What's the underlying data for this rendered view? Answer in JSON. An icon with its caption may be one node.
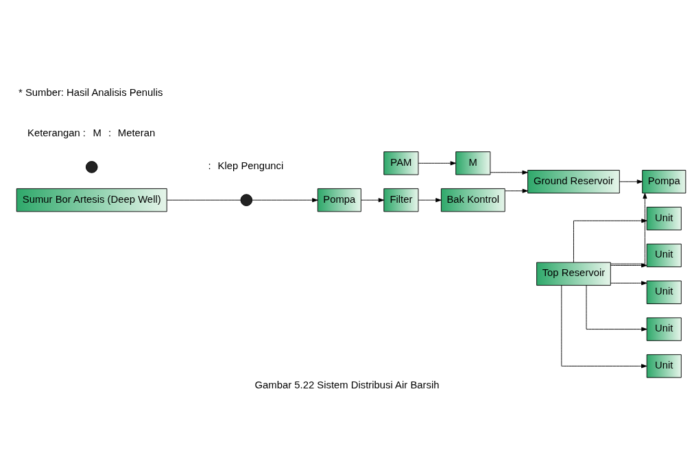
{
  "diagram": {
    "caption": "Gambar 5.22 Sistem Distribusi Air Barsih",
    "nodes": [
      {
        "text": [
          "PAM"
        ]
      },
      {
        "text": [
          "M"
        ]
      },
      {
        "text": [
          "Ground Reservoir"
        ]
      },
      {
        "text": [
          "Top Reservoir"
        ]
      },
      {
        "text": [
          "Unit"
        ]
      },
      {
        "text": [
          "Unit"
        ]
      },
      {
        "text": [
          "Unit"
        ]
      },
      {
        "text": [
          "Unit"
        ]
      },
      {
        "text": [
          "Unit"
        ]
      },
      {
        "text": [
          "Bak Kontrol"
        ]
      },
      {
        "text": [
          "Pompa"
        ]
      },
      {
        "text": [
          "Filter"
        ]
      },
      {
        "text": [
          "Pompa"
        ]
      },
      {
        "text": [],
        "shape": "circle"
      },
      {
        "text": [
          "Sumur Bor Artesis (Deep Well)"
        ]
      },
      {
        "text": [],
        "shape": "circle"
      }
    ],
    "edges": [
      {
        "from": 0,
        "to": 1,
        "arrow": "to"
      },
      {
        "from": 1,
        "to": 2,
        "arrow": "to"
      },
      {
        "from": 9,
        "to": 2,
        "arrow": "to"
      },
      {
        "from": 2,
        "to": 10,
        "arrow": "to"
      },
      {
        "from": 3,
        "to": 10,
        "arrow": "to"
      },
      {
        "from": 3,
        "to": 4,
        "arrow": "to"
      },
      {
        "from": 3,
        "to": 5,
        "arrow": "to"
      },
      {
        "from": 3,
        "to": 6,
        "arrow": "to"
      },
      {
        "from": 3,
        "to": 7,
        "arrow": "to"
      },
      {
        "from": 3,
        "to": 8,
        "arrow": "to"
      },
      {
        "from": 11,
        "to": 9,
        "arrow": "to"
      },
      {
        "from": 12,
        "to": 11,
        "arrow": "to"
      },
      {
        "from": 13,
        "to": 12,
        "arrow": "to"
      },
      {
        "from": 14,
        "to": 13,
        "arrow": "none"
      }
    ],
    "labels": [
      "Keterangan :",
      "M",
      ":",
      "Meteran",
      ":",
      "Klep Pengunci",
      "* Sumber: Hasil Analisis Penulis"
    ]
  }
}
